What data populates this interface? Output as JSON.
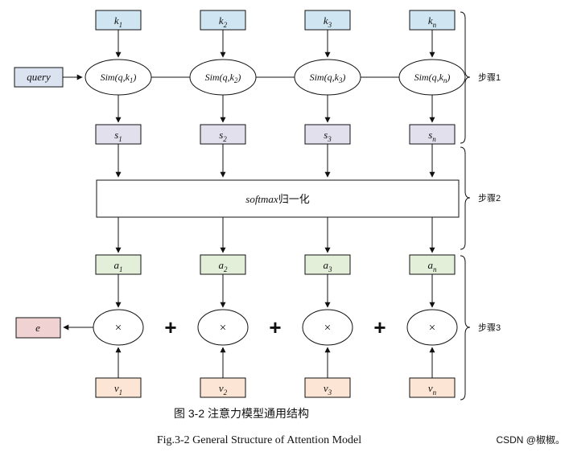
{
  "page": {
    "caption_zh": "图 3-2  注意力模型通用结构",
    "caption_en": "Fig.3-2 General Structure of Attention Model",
    "watermark": "CSDN @椒椒。"
  },
  "colors": {
    "k_box": "#cfe6f2",
    "query_box": "#dbe3f1",
    "s_box": "#e3e0ee",
    "softmax_box": "#ffffff",
    "a_box": "#e4efda",
    "e_box": "#f0d2d3",
    "v_box": "#fce5d4",
    "watermark": "#d9707f"
  },
  "diagram": {
    "query": {
      "label": "query"
    },
    "e": {
      "label": "e"
    },
    "softmax": {
      "en": "softmax",
      "zh": "归一化"
    },
    "times": "×",
    "plus": "+",
    "steps": [
      {
        "label": "步骤1"
      },
      {
        "label": "步骤2"
      },
      {
        "label": "步骤3"
      }
    ],
    "k": [
      {
        "base": "k",
        "sub": "1"
      },
      {
        "base": "k",
        "sub": "2"
      },
      {
        "base": "k",
        "sub": "3"
      },
      {
        "base": "k",
        "sub": "n"
      }
    ],
    "sim": [
      {
        "pre": "Sim(q,k",
        "sub": "1",
        "post": ")"
      },
      {
        "pre": "Sim(q,k",
        "sub": "2",
        "post": ")"
      },
      {
        "pre": "Sim(q,k",
        "sub": "3",
        "post": ")"
      },
      {
        "pre": "Sim(q,k",
        "sub": "n",
        "post": ")"
      }
    ],
    "s": [
      {
        "base": "s",
        "sub": "1"
      },
      {
        "base": "s",
        "sub": "2"
      },
      {
        "base": "s",
        "sub": "3"
      },
      {
        "base": "s",
        "sub": "n"
      }
    ],
    "a": [
      {
        "base": "a",
        "sub": "1"
      },
      {
        "base": "a",
        "sub": "2"
      },
      {
        "base": "a",
        "sub": "3"
      },
      {
        "base": "a",
        "sub": "n"
      }
    ],
    "v": [
      {
        "base": "v",
        "sub": "1"
      },
      {
        "base": "v",
        "sub": "2"
      },
      {
        "base": "v",
        "sub": "3"
      },
      {
        "base": "v",
        "sub": "n"
      }
    ]
  }
}
